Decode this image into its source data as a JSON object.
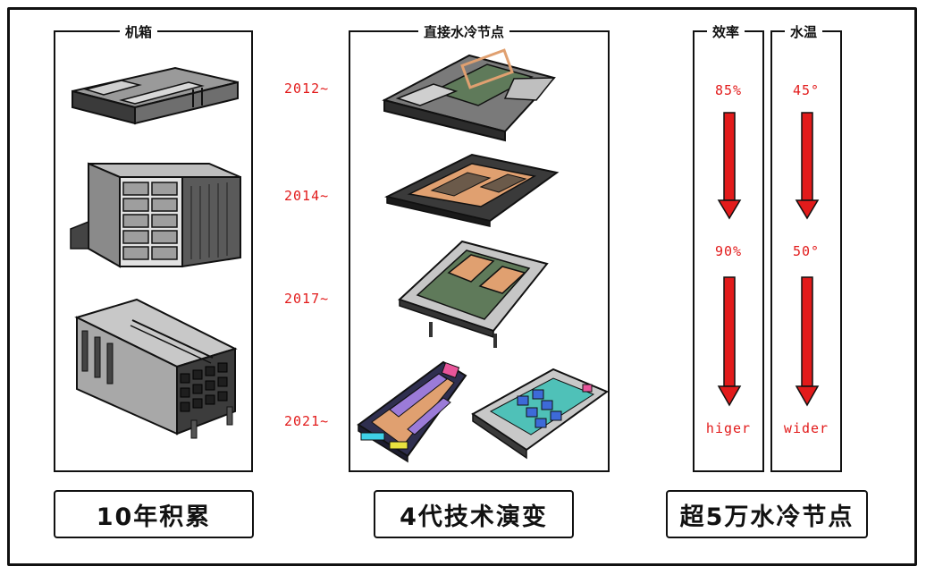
{
  "panels": {
    "chassis_title": "机箱",
    "node_title": "直接水冷节点",
    "efficiency_title": "效率",
    "water_temp_title": "水温"
  },
  "years": [
    "2012~",
    "2014~",
    "2017~",
    "2021~"
  ],
  "efficiency": {
    "start": "85%",
    "mid": "90%",
    "end": "higer"
  },
  "water_temp": {
    "start": "45°",
    "mid": "50°",
    "end": "wider"
  },
  "bottom": {
    "left": "10年积累",
    "center": "4代技术演变",
    "right": "超5万水冷节点"
  },
  "colors": {
    "accent_red": "#e21b1b",
    "outline": "#111111",
    "copper": "#e0a070",
    "pcb_green": "#5f7a5a"
  }
}
